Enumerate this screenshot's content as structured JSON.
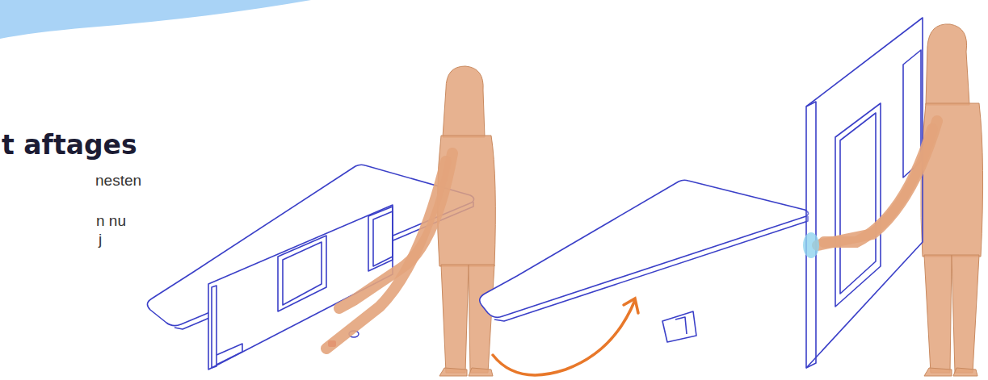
{
  "diagram": {
    "title": "t aftages",
    "labels": [
      "nesten",
      "n nu",
      "j"
    ]
  }
}
